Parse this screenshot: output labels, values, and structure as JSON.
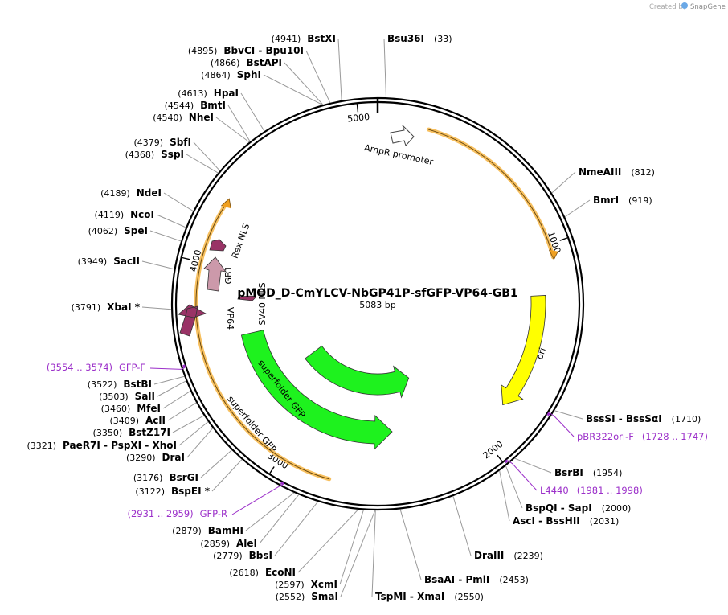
{
  "credit": {
    "created_by": "Created by",
    "brand": "SnapGene"
  },
  "plasmid": {
    "name": "pMOD_D-CmYLCV-NbGP41P-sfGFP-VP64-GB1",
    "size_label": "5083 bp",
    "length": 5083
  },
  "ticks": [
    "1000",
    "2000",
    "3000",
    "4000",
    "5000"
  ],
  "enzymes": [
    {
      "id": "bsu36i",
      "name": "Bsu36I",
      "pos": "(33)"
    },
    {
      "id": "nmeaiii",
      "name": "NmeAIII",
      "pos": "(812)"
    },
    {
      "id": "bmri",
      "name": "BmrI",
      "pos": "(919)"
    },
    {
      "id": "bsssi",
      "name": "BssSI  -  BssSαI",
      "pos": "(1710)"
    },
    {
      "id": "bsrbi",
      "name": "BsrBI",
      "pos": "(1954)"
    },
    {
      "id": "bspqi",
      "name": "BspQI  -  SapI",
      "pos": "(2000)"
    },
    {
      "id": "asci",
      "name": "AscI  -  BssHII",
      "pos": "(2031)"
    },
    {
      "id": "draiii",
      "name": "DraIII",
      "pos": "(2239)"
    },
    {
      "id": "bsaai",
      "name": "BsaAI  -  PmlI",
      "pos": "(2453)"
    },
    {
      "id": "tspmi",
      "name": "TspMI  -  XmaI",
      "pos": "(2550)"
    },
    {
      "id": "smai",
      "name": "SmaI",
      "pos": "(2552)"
    },
    {
      "id": "xcmi",
      "name": "XcmI",
      "pos": "(2597)"
    },
    {
      "id": "econi",
      "name": "EcoNI",
      "pos": "(2618)"
    },
    {
      "id": "bbsi",
      "name": "BbsI",
      "pos": "(2779)"
    },
    {
      "id": "alei",
      "name": "AleI",
      "pos": "(2859)"
    },
    {
      "id": "bamhi",
      "name": "BamHI",
      "pos": "(2879)"
    },
    {
      "id": "bspei",
      "name": "BspEI *",
      "pos": "(3122)"
    },
    {
      "id": "bsrgi",
      "name": "BsrGI",
      "pos": "(3176)"
    },
    {
      "id": "drai",
      "name": "DraI",
      "pos": "(3290)"
    },
    {
      "id": "paer7i",
      "name": "PaeR7I  -  PspXI  -  XhoI",
      "pos": "(3321)"
    },
    {
      "id": "bstz17i",
      "name": "BstZ17I",
      "pos": "(3350)"
    },
    {
      "id": "acli",
      "name": "AclI",
      "pos": "(3409)"
    },
    {
      "id": "mfei",
      "name": "MfeI",
      "pos": "(3460)"
    },
    {
      "id": "sali",
      "name": "SalI",
      "pos": "(3503)"
    },
    {
      "id": "bstbi",
      "name": "BstBI",
      "pos": "(3522)"
    },
    {
      "id": "xbai",
      "name": "XbaI *",
      "pos": "(3791)"
    },
    {
      "id": "sacii",
      "name": "SacII",
      "pos": "(3949)"
    },
    {
      "id": "spei",
      "name": "SpeI",
      "pos": "(4062)"
    },
    {
      "id": "ncoi",
      "name": "NcoI",
      "pos": "(4119)"
    },
    {
      "id": "ndei",
      "name": "NdeI",
      "pos": "(4189)"
    },
    {
      "id": "sspi",
      "name": "SspI",
      "pos": "(4368)"
    },
    {
      "id": "sbfi",
      "name": "SbfI",
      "pos": "(4379)"
    },
    {
      "id": "nhei",
      "name": "NheI",
      "pos": "(4540)"
    },
    {
      "id": "bmti",
      "name": "BmtI",
      "pos": "(4544)"
    },
    {
      "id": "hpai",
      "name": "HpaI",
      "pos": "(4613)"
    },
    {
      "id": "sphi",
      "name": "SphI",
      "pos": "(4864)"
    },
    {
      "id": "bstapi",
      "name": "BstAPI",
      "pos": "(4866)"
    },
    {
      "id": "bbvci",
      "name": "BbvCI  -  Bpu10I",
      "pos": "(4895)"
    },
    {
      "id": "bstxi",
      "name": "BstXI",
      "pos": "(4941)"
    }
  ],
  "primers": [
    {
      "id": "pbr322ori",
      "name": "pBR322ori-F",
      "pos": "(1728 .. 1747)"
    },
    {
      "id": "l4440",
      "name": "L4440",
      "pos": "(1981 .. 1998)"
    },
    {
      "id": "gfpr",
      "name": "GFP-R",
      "pos": "(2931 .. 2959)"
    },
    {
      "id": "gfpf",
      "name": "GFP-F",
      "pos": "(3554 .. 3574)"
    }
  ],
  "features": [
    {
      "id": "ampr-promoter",
      "name": "AmpR promoter",
      "color": "#ffffff"
    },
    {
      "id": "ori",
      "name": "ori",
      "color": "#ffff00"
    },
    {
      "id": "sfgfp1",
      "name": "superfolder GFP",
      "color": "#1ef21e"
    },
    {
      "id": "sfgfp2",
      "name": "superfolder GFP",
      "color": "#1ef21e"
    },
    {
      "id": "vp64",
      "name": "VP64",
      "color": "#993366"
    },
    {
      "id": "gb1",
      "name": "GB1",
      "color": "#cc99aa"
    },
    {
      "id": "rex-nls",
      "name": "Rex NLS",
      "color": "#993366"
    },
    {
      "id": "sv40-nls",
      "name": "SV40 NLS",
      "color": "#993366"
    }
  ],
  "colors": {
    "primer": "#9b2fc9",
    "highlight": "#f7b94a",
    "backbone": "#000000"
  }
}
